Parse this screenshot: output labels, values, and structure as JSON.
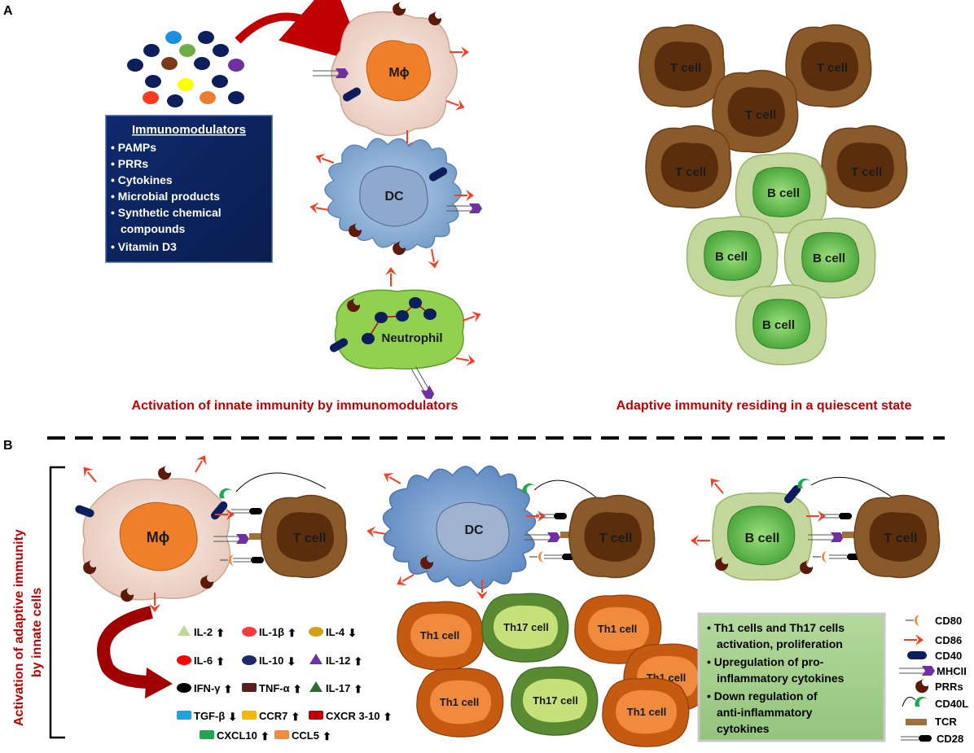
{
  "panel_a": {
    "letter": "A",
    "immunomodulators_box": {
      "title": "Immunomodulators",
      "items": [
        "PAMPs",
        "PRRs",
        "Cytokines",
        "Microbial products",
        "Synthetic chemical",
        "compounds",
        "Vitamin D3"
      ]
    },
    "innate_cells": {
      "macrophage": "Mϕ",
      "dendritic": "DC",
      "neutrophil": "Neutrophil"
    },
    "t_cell_label": "T cell",
    "b_cell_label": "B cell",
    "caption_left": "Activation  of  innate immunity by immunomodulators",
    "caption_right": "Adaptive immunity residing in a quiescent state"
  },
  "panel_b": {
    "letter": "B",
    "side_label_line1": "Activation of adaptive immunity",
    "side_label_line2": "by innate cells",
    "apcs": {
      "macrophage": "Mϕ",
      "dendritic": "DC",
      "b_cell": "B cell"
    },
    "t_cell_label": "T cell",
    "th1_label": "Th1 cell",
    "th17_label": "Th17 cell",
    "cytokines": [
      {
        "label": "IL-2",
        "shape": "triangle",
        "color": "#c3d69b",
        "dir": "up"
      },
      {
        "label": "IL-1β",
        "shape": "ellipse",
        "color": "#ff3b3b",
        "dir": "up"
      },
      {
        "label": "IL-4",
        "shape": "ellipse",
        "color": "#d4a017",
        "dir": "down"
      },
      {
        "label": "IL-6",
        "shape": "ellipse",
        "color": "#ff0000",
        "dir": "up"
      },
      {
        "label": "IL-10",
        "shape": "ellipse",
        "color": "#1f2a6b",
        "dir": "down"
      },
      {
        "label": "IL-12",
        "shape": "triangle",
        "color": "#7030a0",
        "dir": "up"
      },
      {
        "label": "IFN-γ",
        "shape": "ellipse",
        "color": "#000000",
        "dir": "up"
      },
      {
        "label": "TNF-α",
        "shape": "rect",
        "color": "#5c1f1f",
        "dir": "up"
      },
      {
        "label": "IL-17",
        "shape": "triangle",
        "color": "#2e6b2e",
        "dir": "up"
      },
      {
        "label": "TGF-β",
        "shape": "rect",
        "color": "#1ea3e0",
        "dir": "down"
      },
      {
        "label": "CCR7",
        "shape": "rect",
        "color": "#f5b800",
        "dir": "up"
      },
      {
        "label": "CXCR 3-10",
        "shape": "rect",
        "color": "#c00000",
        "dir": "up"
      },
      {
        "label": "CXCL10",
        "shape": "rect",
        "color": "#1fa84f",
        "dir": "up"
      },
      {
        "label": "CCL5",
        "shape": "rect",
        "color": "#f28c3c",
        "dir": "up"
      }
    ],
    "effects": [
      "Th1 cells and Th17 cells",
      "activation, proliferation",
      "Upregulation of pro-",
      "inflammatory cytokines",
      "Down regulation of",
      "anti-inflammatory",
      "cytokines"
    ],
    "legend": [
      "CD80",
      "CD86",
      "CD40",
      "MHCII",
      "PRRs",
      "CD40L",
      "TCR",
      "CD28"
    ]
  },
  "colors": {
    "caption_red": "#c00000",
    "immuno_box": "#0d2560",
    "macrophage_body": "#f2ddd4",
    "macrophage_nucleus": "#f07f2a",
    "dc_body": "#8fb3d9",
    "neutrophil_body": "#92d050",
    "t_cell_body": "#8b5a2b",
    "t_cell_nucleus": "#5a2e0d",
    "b_cell_body": "#c3d69b",
    "b_cell_nucleus": "#56b847",
    "th1_body": "#c55a11",
    "th1_nucleus": "#f08a3c",
    "th17_body": "#5a8a32",
    "th17_nucleus": "#c6e07a",
    "effect_box": "#a9d18e"
  }
}
